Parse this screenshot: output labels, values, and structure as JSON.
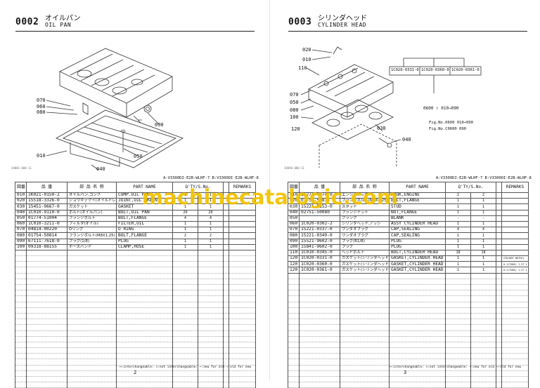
{
  "watermark": "machinecatalogic.com",
  "left": {
    "code": "0002",
    "title_jp": "オイルパン",
    "title_en": "OIL PAN",
    "diagram_code": "1H001-000-11",
    "callouts": [
      "070",
      "060",
      "080",
      "090",
      "010",
      "050",
      "040"
    ],
    "models": "A:V3300DI-E2B-WLHF-7 B:V3300DI-E2B-WLHF-8",
    "header": {
      "ref": "図番",
      "ref_sub": "REF NO.",
      "part_no": "品 番",
      "part_no_sub": "PART NO.",
      "name_jp": "部 品 名 称",
      "part_name": "PART NAME",
      "qty": "Q'TY/S.No.",
      "col_a": "A",
      "col_b": "B",
      "ic": "I/C",
      "remarks": "摘 要",
      "remarks_en": "REMARKS"
    },
    "rows": [
      {
        "ref": "010",
        "part": "1K021-0150-2",
        "jp": "オイルパン,コンプ",
        "name": "COMP.OIL PAN",
        "a": "1",
        "b": "1",
        "ic": "",
        "rm": ""
      },
      {
        "ref": "020",
        "part": "15518-3326-0",
        "jp": "ジョウギテクイ(オイルドレーン)",
        "name": "JOINT,OIL DRAIN",
        "a": "1",
        "b": "1",
        "ic": "",
        "rm": ""
      },
      {
        "ref": "030",
        "part": "15451-9667-0",
        "jp": "ガスケット",
        "name": "GASKET",
        "a": "1",
        "b": "1",
        "ic": "",
        "rm": ""
      },
      {
        "ref": "040",
        "part": "1C010-9110-0",
        "jp": "ボルト(オイルパン)",
        "name": "BOLT,OIL PAN",
        "a": "20",
        "b": "20",
        "ic": "",
        "rm": ""
      },
      {
        "ref": "050",
        "part": "01774-51004",
        "jp": "フランジボルト",
        "name": "BOLT,FLANGE",
        "a": "4",
        "b": "4",
        "ic": "",
        "rm": ""
      },
      {
        "ref": "060",
        "part": "1C010-3211-0",
        "jp": "フィルタ(オイル)",
        "name": "FILTER,OIL",
        "a": "1",
        "b": "1",
        "ic": "",
        "rm": ""
      },
      {
        "ref": "070",
        "part": "04814-00220",
        "jp": "Oリング",
        "name": "O RING",
        "a": "1",
        "b": "1",
        "ic": "",
        "rm": ""
      },
      {
        "ref": "080",
        "part": "01754-50814",
        "jp": "フランジボルト(M8X1.25)",
        "name": "BOLT,FLANGE",
        "a": "2",
        "b": "2",
        "ic": "",
        "rm": ""
      },
      {
        "ref": "090",
        "part": "67111-7618-0",
        "jp": "プラグ(1/8)",
        "name": "PLUG",
        "a": "1",
        "b": "1",
        "ic": "",
        "rm": ""
      },
      {
        "ref": "100",
        "part": "09318-88155",
        "jp": "ホースバンド",
        "name": "CLAMP,HOSE",
        "a": "1",
        "b": "1",
        "ic": "",
        "rm": ""
      }
    ],
    "legend": "⟷:interchangeable: ×:not interchangeable: ←:new for old →:old for new",
    "page": "2"
  },
  "right": {
    "code": "0003",
    "title_jp": "シリンダヘッド",
    "title_en": "CYLINDER HEAD",
    "diagram_code": "1H090-000-11",
    "callouts": [
      "020",
      "010",
      "110",
      "070",
      "050",
      "080",
      "100",
      "120",
      "030",
      "040"
    ],
    "boxes": [
      "1C020-0331-0",
      "1C020-0360-0",
      "1C020-0361-0"
    ],
    "notes": [
      "0600 ↑ 010→090",
      "Fig.No.0600 010→090",
      "Fig.No.C0600 090"
    ],
    "models": "A:V3300DI-E2B-WLHF-7 B:V3300DI-E2B-WLHF-8",
    "header": {
      "ref": "図番",
      "ref_sub": "REF NO.",
      "part_no": "品 番",
      "part_no_sub": "PART NO.",
      "name_jp": "部 品 名 称",
      "part_name": "PART NAME",
      "qty": "Q'TY/S.No.",
      "col_a": "A",
      "col_b": "B",
      "ic": "I/C",
      "remarks": "摘 要",
      "remarks_en": "REMARKS"
    },
    "rows": [
      {
        "ref": "010",
        "part": "15271-0774-0",
        "jp": "エンジンフック",
        "name": "HOOK,ENGINE",
        "a": "2",
        "b": "2",
        "ic": "",
        "rm": ""
      },
      {
        "ref": "020",
        "part": "01754-50814",
        "jp": "フランジボルト(M8X1.25)",
        "name": "BOLT,FLANGE",
        "a": "1",
        "b": "1",
        "ic": "",
        "rm": ""
      },
      {
        "ref": "030",
        "part": "15221-9153-0",
        "jp": "スタッド",
        "name": "STUD",
        "a": "1",
        "b": "1",
        "ic": "",
        "rm": ""
      },
      {
        "ref": "040",
        "part": "02751-50080",
        "jp": "フランジナット",
        "name": "NUT,FLANGE",
        "a": "1",
        "b": "1",
        "ic": "",
        "rm": ""
      },
      {
        "ref": "050",
        "part": "",
        "jp": "ブランク",
        "name": "BLANK",
        "a": "-",
        "b": "-",
        "ic": "",
        "rm": ""
      },
      {
        "ref": "060",
        "part": "1C020-0302-2",
        "jp": "シリンダヘッド,アッシ",
        "name": "ASSY CYLINDER HEAD",
        "a": "1",
        "b": "1",
        "ic": "",
        "rm": ""
      },
      {
        "ref": "070",
        "part": "15221-0337-0",
        "jp": "ワンダオプラグ",
        "name": "CAP,SEALING",
        "a": "4",
        "b": "4",
        "ic": "",
        "rm": ""
      },
      {
        "ref": "080",
        "part": "15221-0349-0",
        "jp": "ワンダオプラグ",
        "name": "CAP,SEALING",
        "a": "1",
        "b": "1",
        "ic": "",
        "rm": ""
      },
      {
        "ref": "090",
        "part": "15521-9602-0",
        "jp": "プラグ(R1/8)",
        "name": "PLUG",
        "a": "1",
        "b": "1",
        "ic": "",
        "rm": ""
      },
      {
        "ref": "100",
        "part": "15841-9602-0",
        "jp": "プラグ",
        "name": "PLUG",
        "a": "1",
        "b": "1",
        "ic": "",
        "rm": ""
      },
      {
        "ref": "110",
        "part": "1C010-0345-0",
        "jp": "ヘッドボルト",
        "name": "BOLT,CYLINDER HEAD",
        "a": "18",
        "b": "18",
        "ic": "",
        "rm": ""
      },
      {
        "ref": "120",
        "part": "1C020-0331-0",
        "jp": "ガスケット(シリンダヘッド)",
        "name": "GASKET,CYLINDER HEAD",
        "a": "1",
        "b": "1",
        "ic": "",
        "rm": "STD(NOT NOTCH)"
      },
      {
        "ref": "120",
        "part": "1C020-0360-0",
        "jp": "ガスケット(シリンダヘッド)",
        "name": "GASKET,CYLINDER HEAD",
        "a": "1",
        "b": "1",
        "ic": "",
        "rm": "0.1(T08S) 1.2T 1 NOTCH"
      },
      {
        "ref": "120",
        "part": "1C020-0361-0",
        "jp": "ガスケット(シリンダヘッド)",
        "name": "GASKET,CYLINDER HEAD",
        "a": "1",
        "b": "1",
        "ic": "",
        "rm": "0.2(T08S) 1.2T 1 NOTCH"
      }
    ],
    "legend": "⟷:interchangeable: ×:not interchangeable: ←:new for old →:old for new",
    "page": "3"
  }
}
